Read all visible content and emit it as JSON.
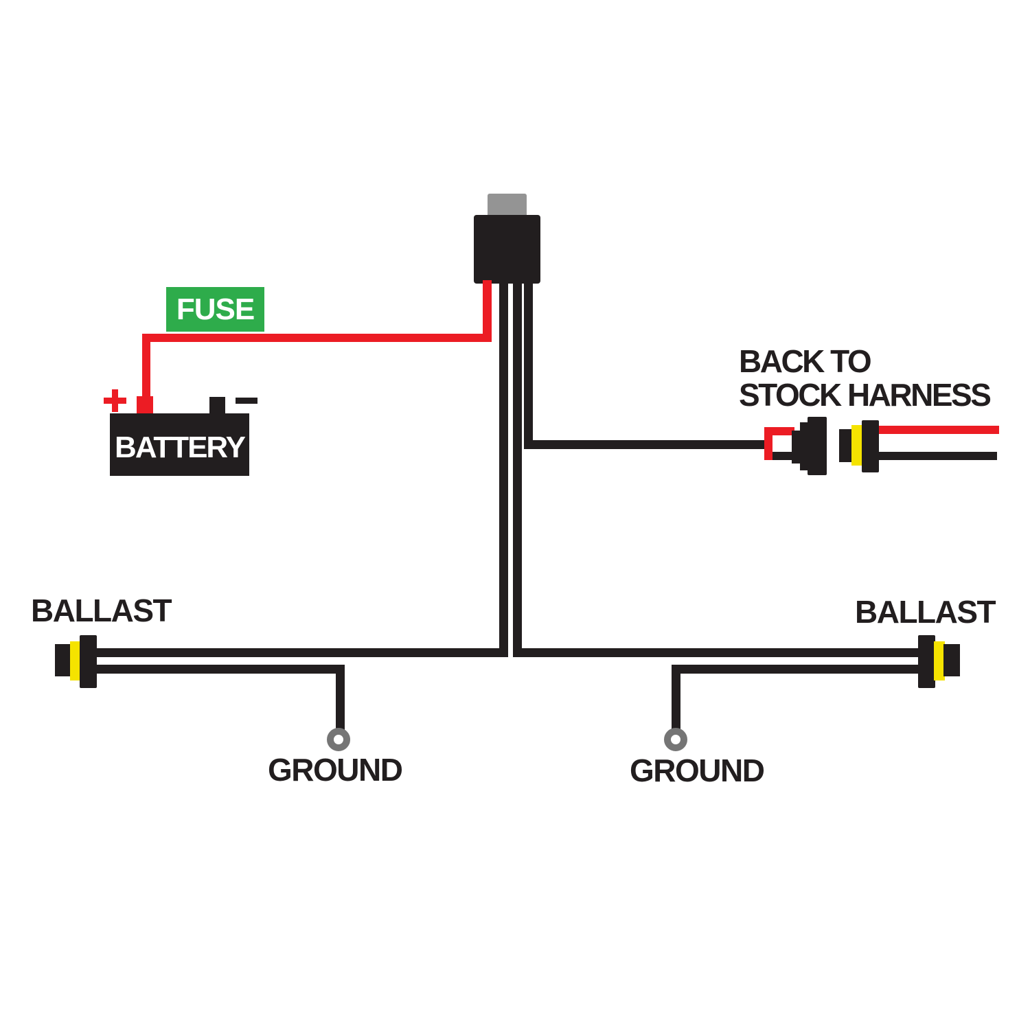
{
  "labels": {
    "fuse": "FUSE",
    "battery": "BATTERY",
    "back_to_stock": {
      "line1": "BACK TO",
      "line2": "STOCK HARNESS"
    },
    "ballast_left": "BALLAST",
    "ballast_right": "BALLAST",
    "ground_left": "GROUND",
    "ground_right": "GROUND"
  },
  "icons": {
    "battery_plus": "+",
    "battery_minus": "−",
    "ground_ring": "ring-terminal",
    "relay": "relay-box",
    "fuse_holder": "green-fuse-box",
    "connector": "black-yellow-bullet-connector"
  },
  "colors": {
    "wire-red": "#EC1C24",
    "fuse-green": "#2EAC4B",
    "connector-yellow": "#F5E300",
    "relay-gray": "#949494",
    "ring-gray": "#757575",
    "ink-black": "#221E1F",
    "label-white": "#FFFFFF",
    "background": "#FFFFFF"
  }
}
